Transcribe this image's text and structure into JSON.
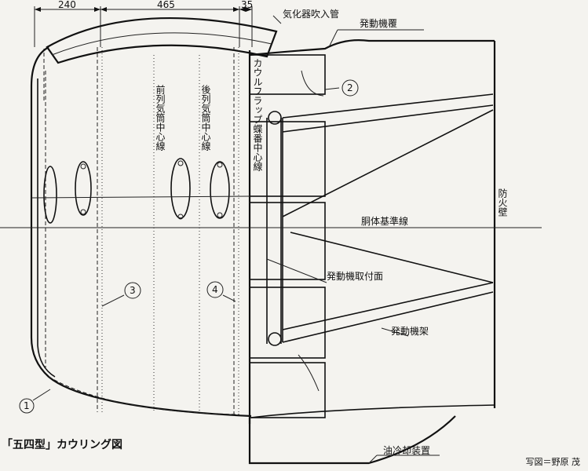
{
  "dimensions": {
    "d1": "240",
    "d2": "465",
    "d3": "35"
  },
  "labels": {
    "carb_intake": "気化器吹入管",
    "engine_cover": "発動機覆",
    "front_cyl_center": "前列気筒中心線",
    "rear_cyl_center": "後列気筒中心線",
    "cowl_flap_hinge": "カウルフラップ蝶番中心線",
    "firewall": "防火壁",
    "fuselage_datum": "胴体基準線",
    "engine_mount_face": "発動機取付面",
    "engine_mount": "発動機架",
    "oil_cooler": "油冷却装置"
  },
  "callouts": [
    "1",
    "2",
    "3",
    "4"
  ],
  "caption": "「五四型」カウリング図",
  "credit": "写図＝野原 茂"
}
